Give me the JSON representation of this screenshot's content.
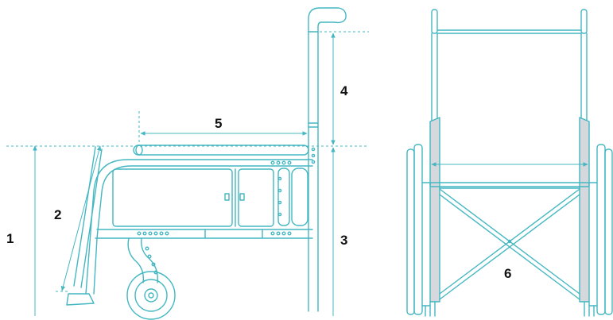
{
  "colors": {
    "line": "#44b7c2",
    "armrest_fill": "#d5d8dc",
    "label": "#111111",
    "background": "#ffffff"
  },
  "labels": {
    "m1": "1",
    "m2": "2",
    "m3": "3",
    "m4": "4",
    "m5": "5",
    "m6": "6"
  }
}
